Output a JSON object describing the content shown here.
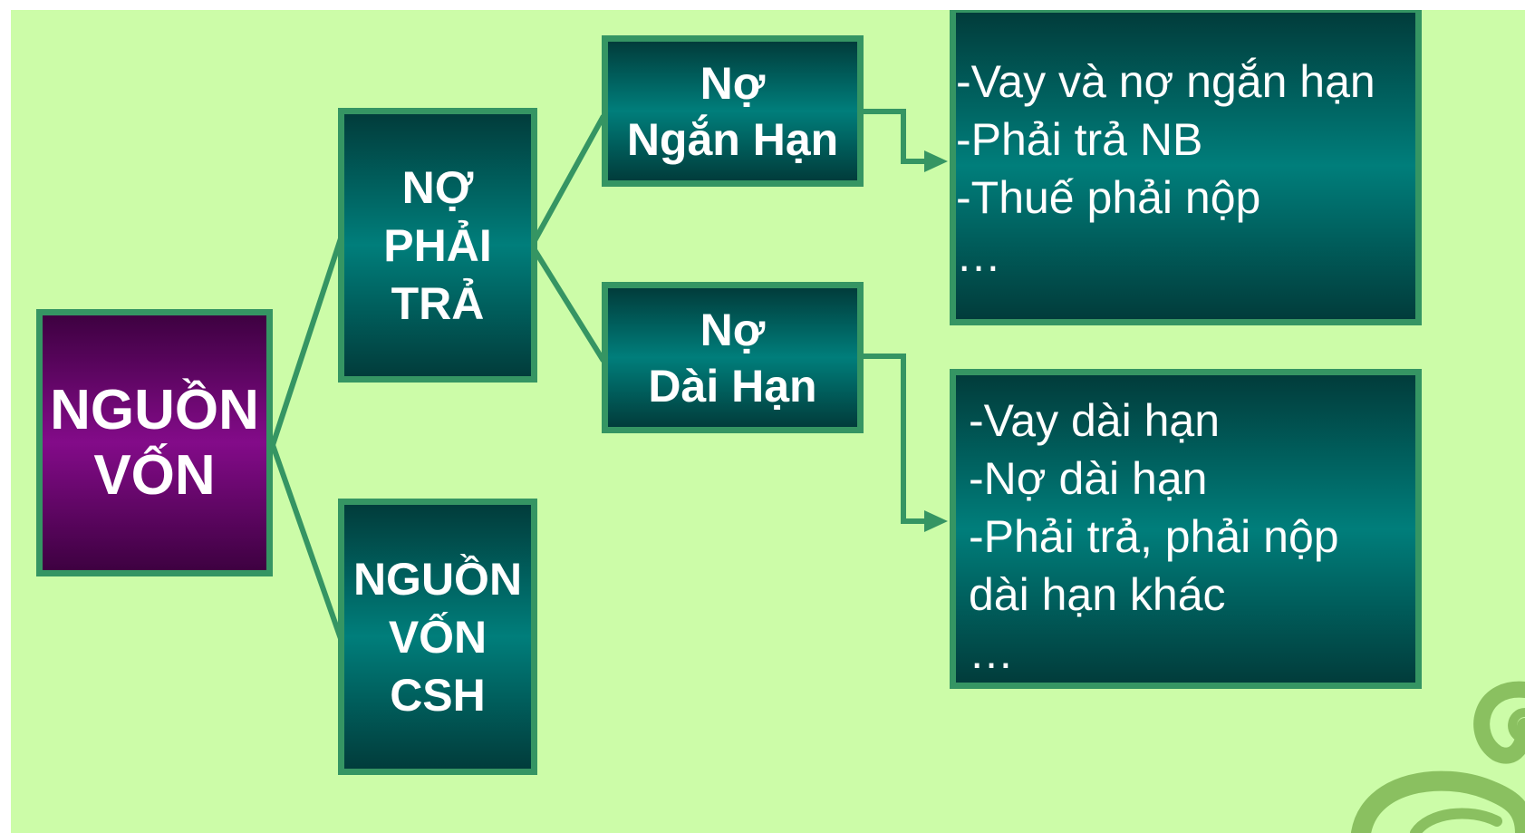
{
  "root": {
    "lines": [
      "NGUỒN",
      "VỐN"
    ]
  },
  "liabilities": {
    "lines": [
      "NỢ",
      "PHẢI",
      "TRẢ"
    ]
  },
  "equity": {
    "lines": [
      "NGUỒN",
      "VỐN",
      "CSH"
    ]
  },
  "short_term": {
    "lines": [
      "Nợ",
      "Ngắn Hạn"
    ]
  },
  "long_term": {
    "lines": [
      "Nợ",
      "Dài Hạn"
    ]
  },
  "short_term_details": {
    "lines": [
      "-Vay và nợ ngắn hạn",
      "-Phải trả NB",
      "-Thuế phải nộp",
      "…"
    ]
  },
  "long_term_details": {
    "lines": [
      "-Vay dài hạn",
      "-Nợ dài hạn",
      "-Phải trả, phải nộp",
      "dài hạn khác",
      "…"
    ]
  },
  "colors": {
    "background": "#ccfca8",
    "connector": "#359563",
    "box_border": "#359563",
    "teal_dark": "#013c3b",
    "teal_light": "#007e7b",
    "purple_dark": "#3e0141",
    "purple_light": "#830b89",
    "decoration": "#8ac060"
  }
}
